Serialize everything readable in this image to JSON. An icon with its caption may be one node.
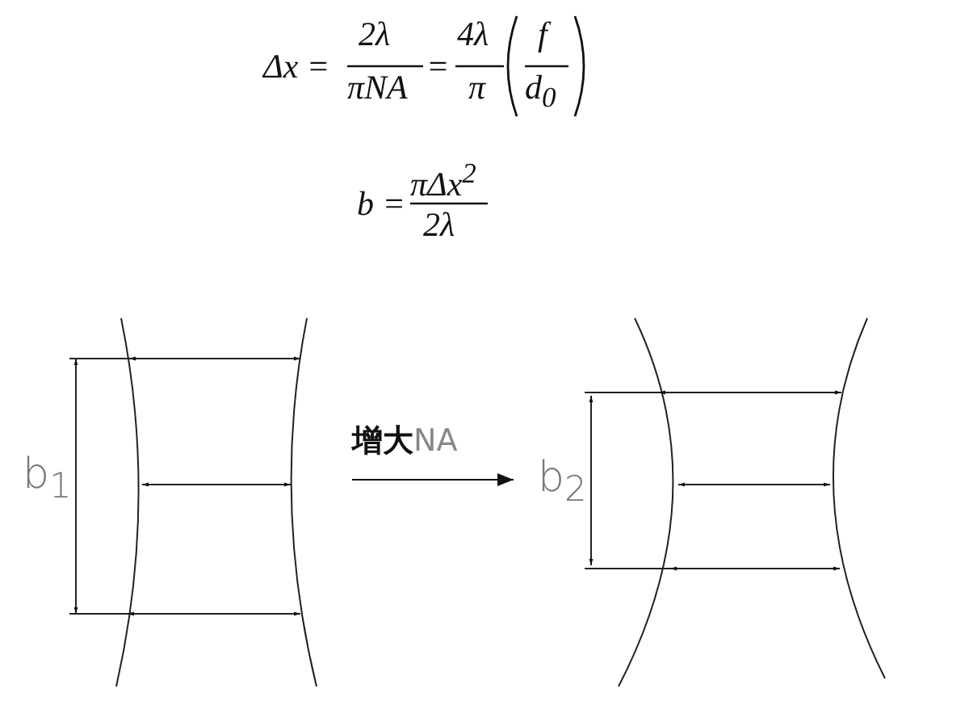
{
  "diagram": {
    "nodes": [
      {
        "text": [
          "b$_{1}$"
        ]
      },
      {
        "text": [
          "b$_{2}$"
        ]
      }
    ],
    "edges": [
      {
        "from": 0,
        "to": 1,
        "arrow": "to",
        "label": "**增大**NA"
      }
    ],
    "labels": [
      "Δx =",
      "2λ",
      "πNA",
      "=",
      "4λ",
      "π",
      "f",
      "d$_{0}$",
      "b =",
      "πΔx$^{2}$",
      "2λ"
    ]
  }
}
